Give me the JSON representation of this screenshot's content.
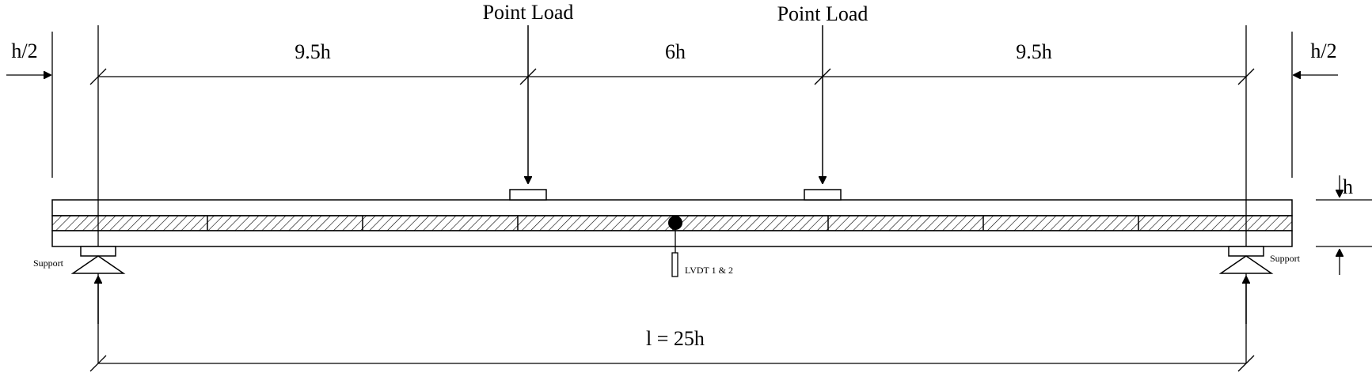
{
  "labels": {
    "point_load_left": "Point Load",
    "point_load_right": "Point Load",
    "dim_left_span": "9.5h",
    "dim_middle_span": "6h",
    "dim_right_span": "9.5h",
    "overhang_left": "h/2",
    "overhang_right": "h/2",
    "depth": "h",
    "support_left": "Support",
    "support_right": "Support",
    "lvdt": "LVDT 1 & 2",
    "total_span": "l = 25h"
  },
  "colors": {
    "line": "#000000",
    "background": "#ffffff"
  }
}
